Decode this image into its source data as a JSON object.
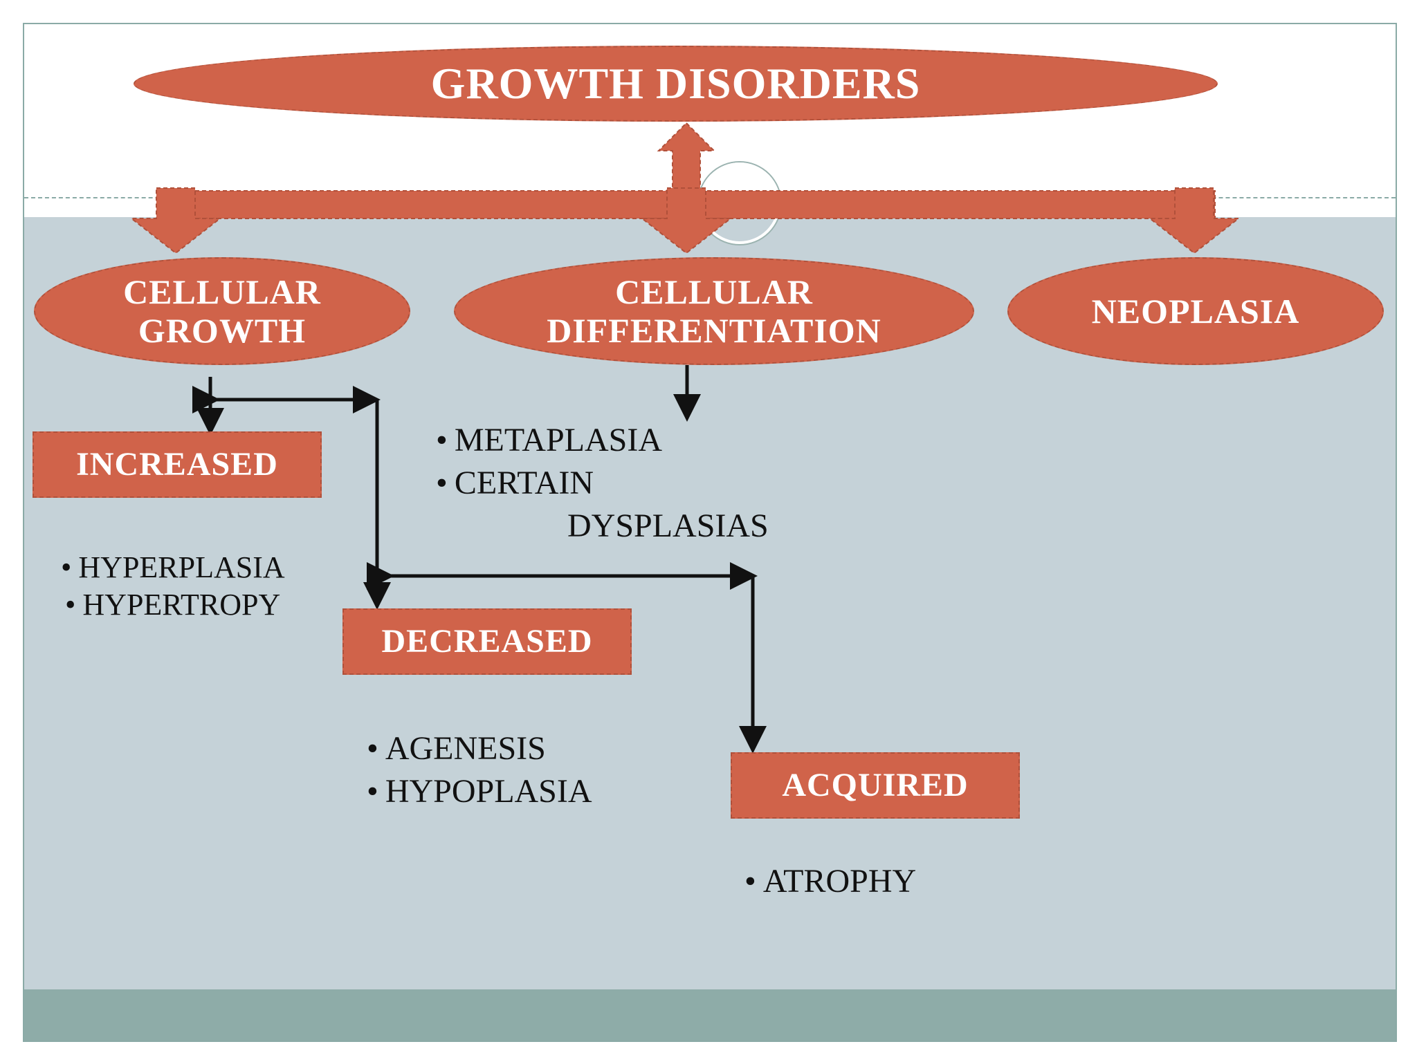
{
  "title": "GROWTH DISORDERS",
  "categories": [
    {
      "id": "cellular-growth",
      "label": "CELLULAR\nGROWTH"
    },
    {
      "id": "cellular-differentiation",
      "label": "CELLULAR\nDIFFERENTIATION"
    },
    {
      "id": "neoplasia",
      "label": "NEOPLASIA"
    }
  ],
  "increased": {
    "label": "INCREASED",
    "items": [
      "HYPERPLASIA",
      "HYPERTROPY"
    ]
  },
  "decreased": {
    "label": "DECREASED",
    "items": [
      "AGENESIS",
      "HYPOPLASIA"
    ]
  },
  "acquired": {
    "label": "ACQUIRED",
    "items": [
      "ATROPHY"
    ]
  },
  "differentiation_items": [
    "METAPLASIA",
    "CERTAIN",
    "DYSPLASIAS"
  ],
  "colors": {
    "node_fill": "#d0634a",
    "content_bg": "#c5d2d8",
    "footer_bg": "#8eaca8",
    "connector": "#111111"
  }
}
